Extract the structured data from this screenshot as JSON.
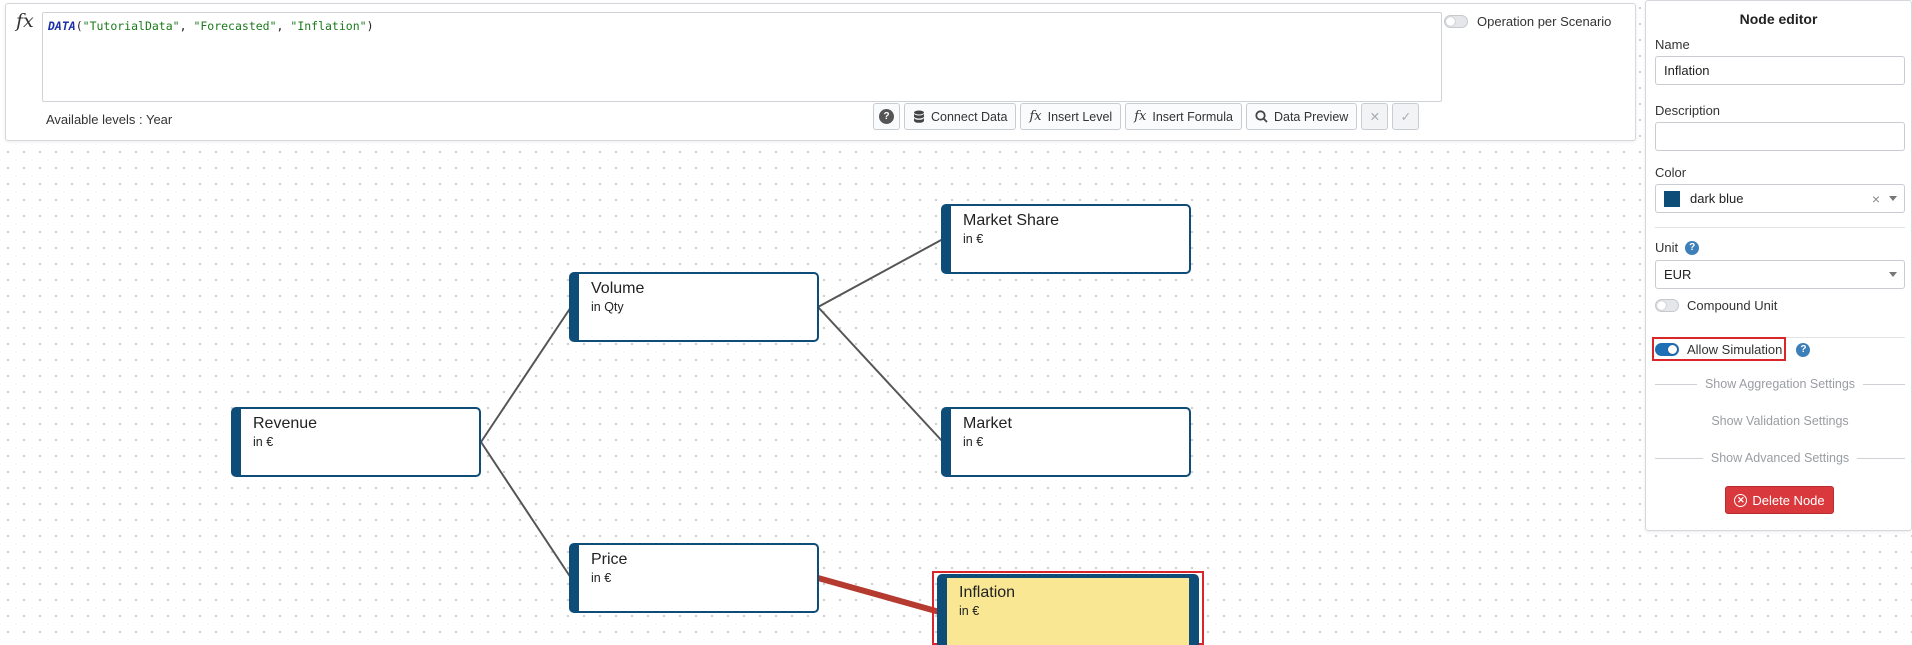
{
  "formula": {
    "fx_symbol": "fx",
    "function_name": "DATA",
    "open_paren": "(",
    "arg1": "\"TutorialData\"",
    "sep1": ", ",
    "arg2": "\"Forecasted\"",
    "sep2": ", ",
    "arg3": "\"Inflation\"",
    "close_paren": ")",
    "available_levels": "Available levels : Year",
    "operation_per_scenario_label": "Operation per Scenario",
    "operation_per_scenario_on": false
  },
  "toolbar": {
    "help_label": "?",
    "connect_data_label": "Connect Data",
    "insert_level_label": "Insert Level",
    "insert_formula_label": "Insert Formula",
    "data_preview_label": "Data Preview",
    "cancel_label": "✕",
    "confirm_label": "✓"
  },
  "nodes": {
    "revenue": {
      "title": "Revenue",
      "unit": "in €"
    },
    "volume": {
      "title": "Volume",
      "unit": "in Qty"
    },
    "price": {
      "title": "Price",
      "unit": "in €"
    },
    "market_share": {
      "title": "Market Share",
      "unit": "in €"
    },
    "market": {
      "title": "Market",
      "unit": "in €"
    },
    "inflation": {
      "title": "Inflation",
      "unit": "in €"
    }
  },
  "colors": {
    "node_dark_blue": "#0d4d78",
    "selected_fill": "#f9e794",
    "highlight_red": "#d9262b",
    "active_edge": "#b53a30",
    "edge": "#555555"
  },
  "editor": {
    "title": "Node editor",
    "name_label": "Name",
    "name_value": "Inflation",
    "description_label": "Description",
    "description_value": "",
    "color_label": "Color",
    "color_value": "dark blue",
    "clear_symbol": "×",
    "unit_label": "Unit",
    "unit_value": "EUR",
    "compound_unit_label": "Compound Unit",
    "compound_unit_on": false,
    "allow_simulation_label": "Allow Simulation",
    "allow_simulation_on": true,
    "help_symbol": "?",
    "aggregation_label": "Show Aggregation Settings",
    "validation_label": "Show Validation Settings",
    "advanced_label": "Show Advanced Settings",
    "delete_label": "Delete Node",
    "delete_icon": "✕"
  }
}
